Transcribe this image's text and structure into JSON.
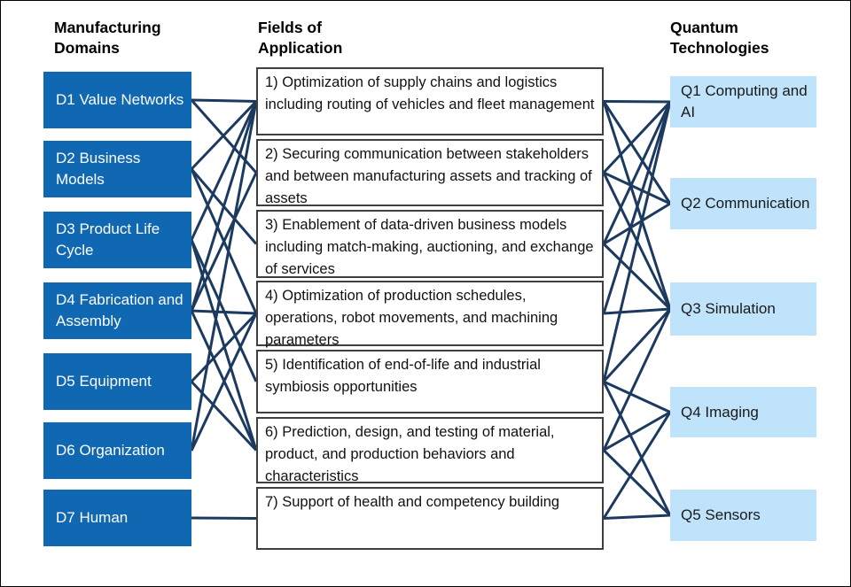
{
  "headers": {
    "domains": "Manufacturing\nDomains",
    "applications": "Fields of\nApplication",
    "technologies": "Quantum\nTechnologies"
  },
  "domains": [
    {
      "id": "D1",
      "label": "D1 Value Networks"
    },
    {
      "id": "D2",
      "label": "D2 Business Models"
    },
    {
      "id": "D3",
      "label": "D3 Product Life Cycle"
    },
    {
      "id": "D4",
      "label": "D4 Fabrication and Assembly"
    },
    {
      "id": "D5",
      "label": "D5 Equipment"
    },
    {
      "id": "D6",
      "label": "D6 Organization"
    },
    {
      "id": "D7",
      "label": "D7 Human"
    }
  ],
  "applications": [
    {
      "id": "A1",
      "label": "1) Optimization of supply chains and logistics including routing of vehicles and fleet management"
    },
    {
      "id": "A2",
      "label": "2) Securing communication between stakeholders and between manufacturing assets and tracking of assets"
    },
    {
      "id": "A3",
      "label": "3) Enablement of data-driven business models including match-making, auctioning, and exchange of services"
    },
    {
      "id": "A4",
      "label": "4) Optimization of production schedules, operations, robot movements, and machining parameters"
    },
    {
      "id": "A5",
      "label": "5) Identification of end-of-life and industrial symbiosis opportunities"
    },
    {
      "id": "A6",
      "label": "6) Prediction, design, and testing of material, product, and production behaviors and characteristics"
    },
    {
      "id": "A7",
      "label": "7) Support of health and competency building"
    }
  ],
  "technologies": [
    {
      "id": "Q1",
      "label": "Q1 Computing and AI"
    },
    {
      "id": "Q2",
      "label": "Q2 Communication"
    },
    {
      "id": "Q3",
      "label": "Q3 Simulation"
    },
    {
      "id": "Q4",
      "label": "Q4 Imaging"
    },
    {
      "id": "Q5",
      "label": "Q5 Sensors"
    }
  ],
  "connections": {
    "domain_to_application": [
      [
        "D1",
        "A1"
      ],
      [
        "D1",
        "A2"
      ],
      [
        "D2",
        "A1"
      ],
      [
        "D2",
        "A3"
      ],
      [
        "D2",
        "A4"
      ],
      [
        "D3",
        "A1"
      ],
      [
        "D3",
        "A5"
      ],
      [
        "D3",
        "A6"
      ],
      [
        "D4",
        "A1"
      ],
      [
        "D4",
        "A2"
      ],
      [
        "D4",
        "A4"
      ],
      [
        "D4",
        "A6"
      ],
      [
        "D5",
        "A4"
      ],
      [
        "D5",
        "A6"
      ],
      [
        "D6",
        "A1"
      ],
      [
        "D6",
        "A4"
      ],
      [
        "D7",
        "A7"
      ]
    ],
    "application_to_technology": [
      [
        "A1",
        "Q1"
      ],
      [
        "A1",
        "Q2"
      ],
      [
        "A1",
        "Q3"
      ],
      [
        "A2",
        "Q1"
      ],
      [
        "A2",
        "Q2"
      ],
      [
        "A2",
        "Q3"
      ],
      [
        "A3",
        "Q1"
      ],
      [
        "A3",
        "Q2"
      ],
      [
        "A3",
        "Q3"
      ],
      [
        "A4",
        "Q1"
      ],
      [
        "A4",
        "Q3"
      ],
      [
        "A5",
        "Q1"
      ],
      [
        "A5",
        "Q3"
      ],
      [
        "A5",
        "Q4"
      ],
      [
        "A5",
        "Q5"
      ],
      [
        "A6",
        "Q3"
      ],
      [
        "A6",
        "Q4"
      ],
      [
        "A6",
        "Q5"
      ],
      [
        "A7",
        "Q4"
      ],
      [
        "A7",
        "Q5"
      ]
    ]
  },
  "colors": {
    "domain_box": "#1168B2",
    "technology_box": "#BFE3FA",
    "connector": "#1C3A5F",
    "application_border": "#3f3f3f"
  }
}
